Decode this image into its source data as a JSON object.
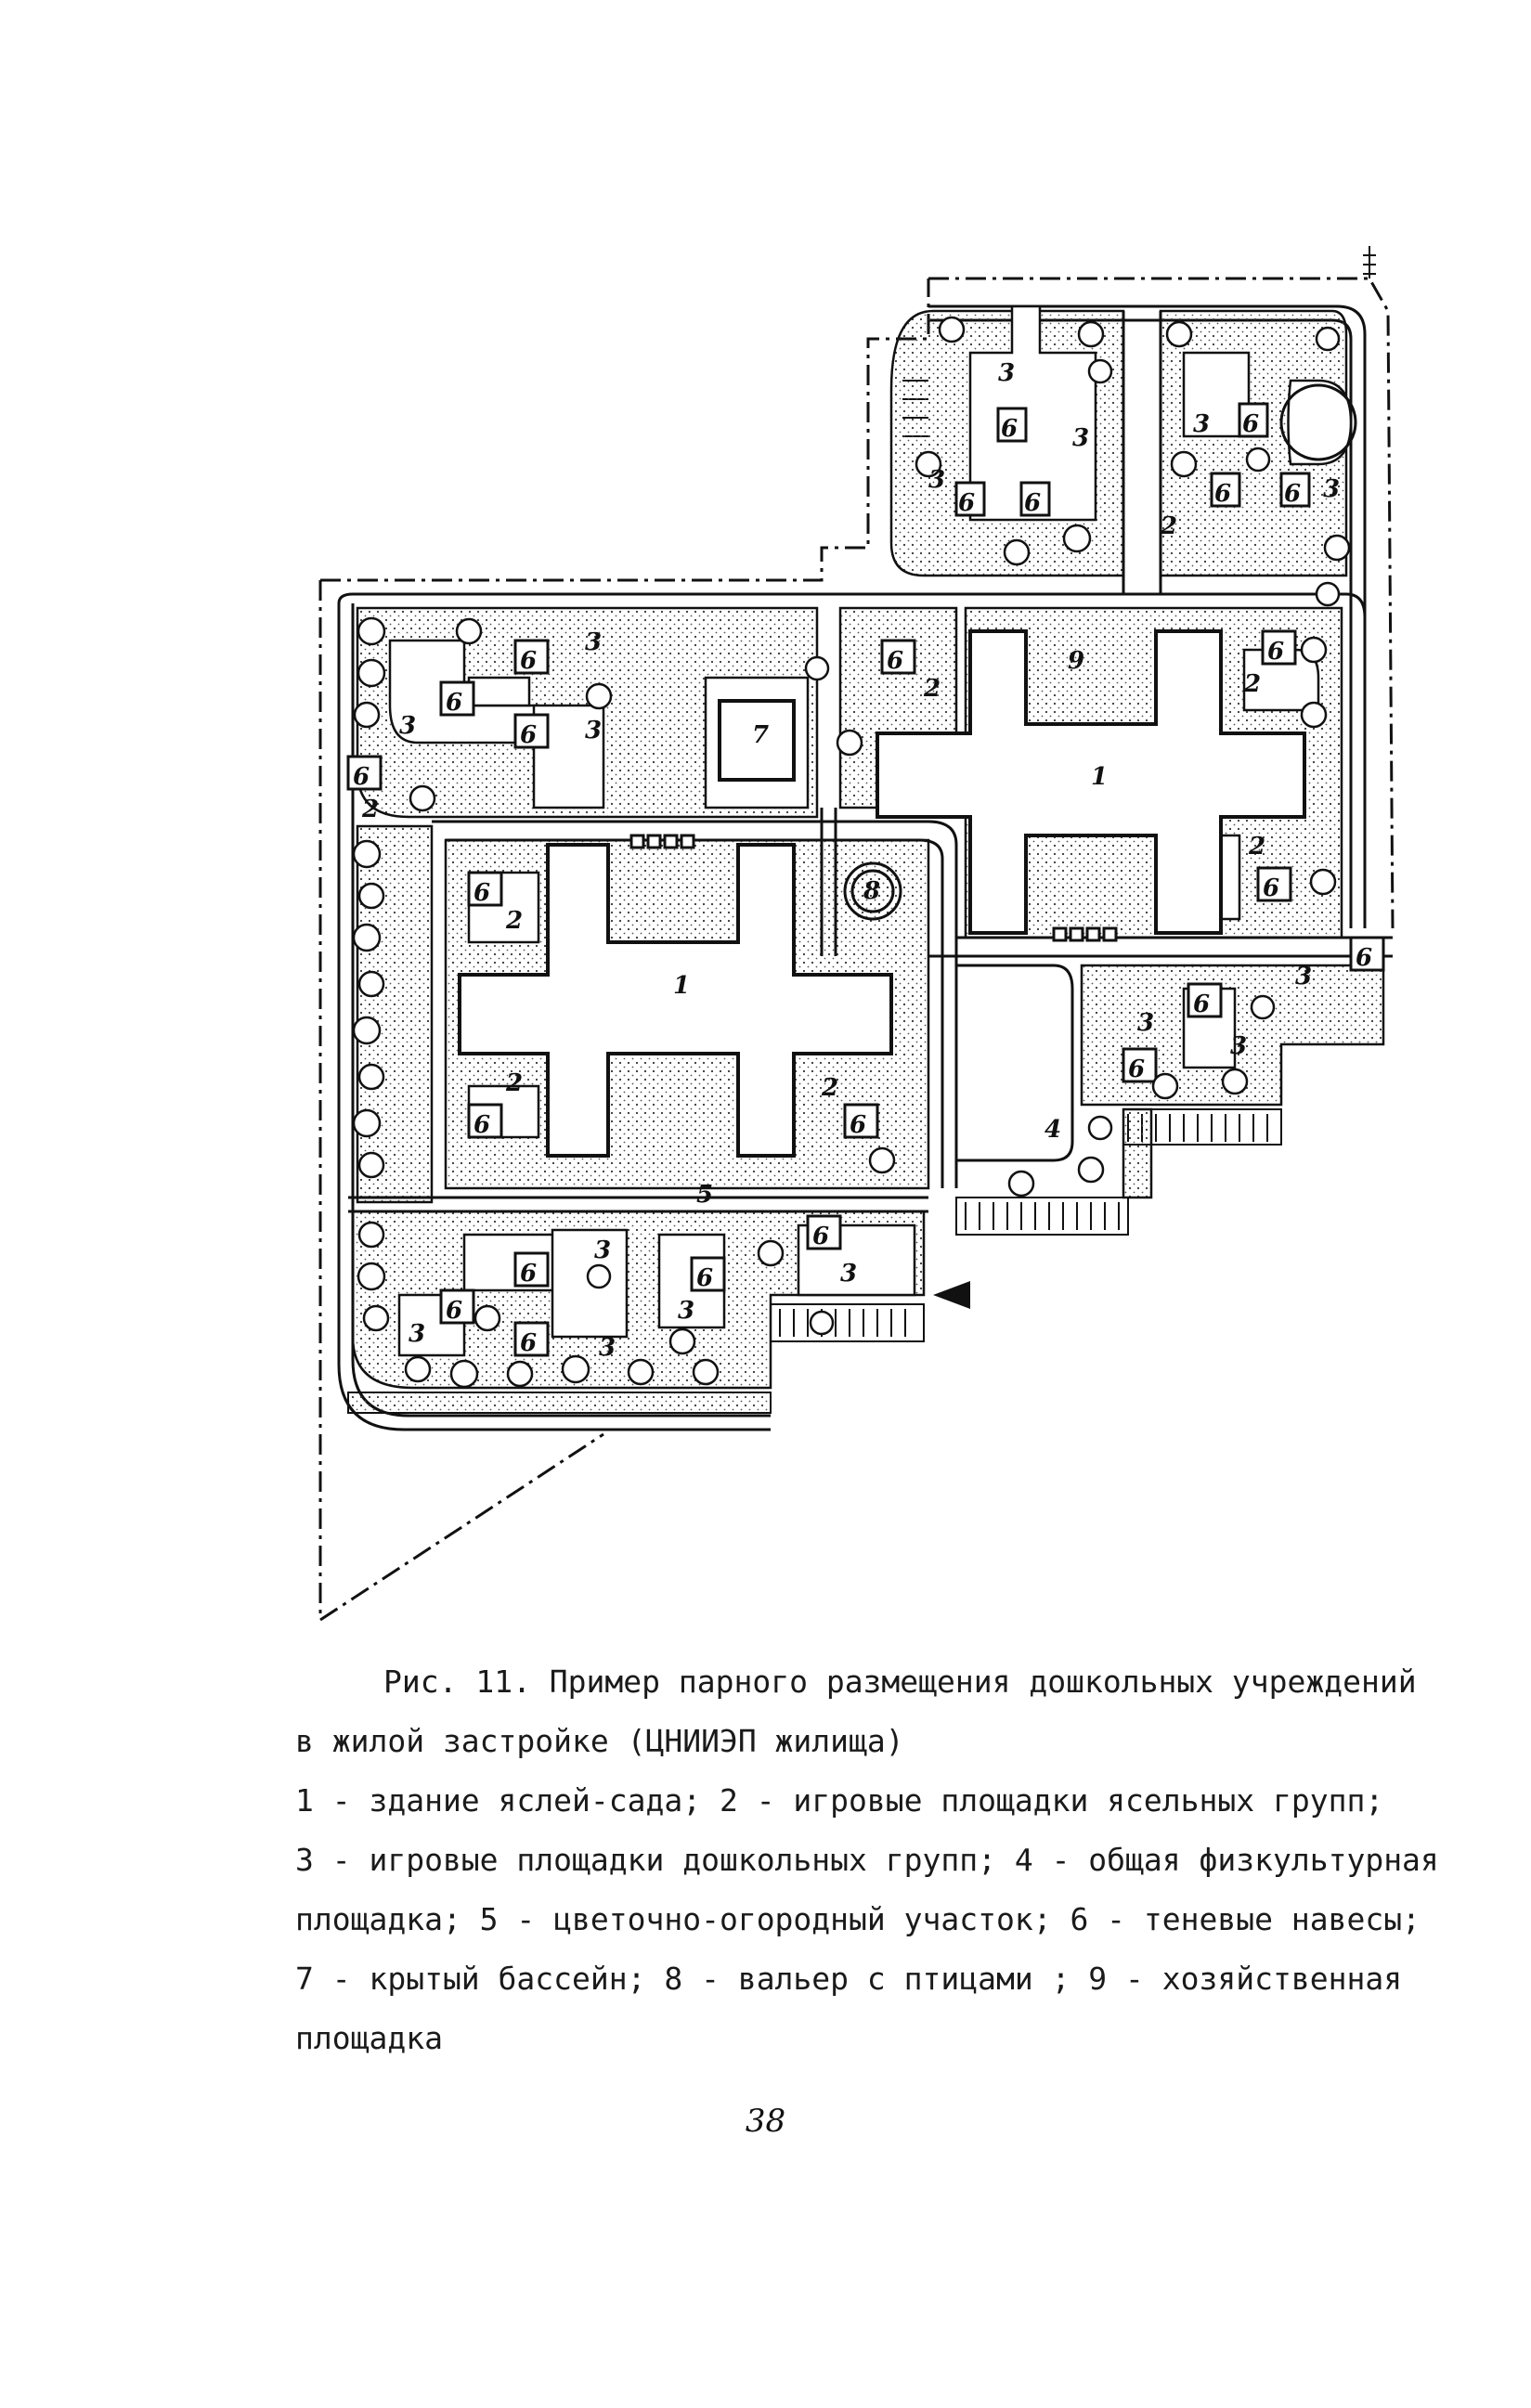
{
  "plan": {
    "labels": {
      "n1": "1",
      "n2": "2",
      "n3": "3",
      "n4": "4",
      "n5": "5",
      "n6": "6",
      "n7": "7",
      "n8": "8",
      "n9": "9"
    }
  },
  "caption": {
    "title": "Рис. 11. Пример парного размещения дошкольных учреждений",
    "title_cont": "в жилой застройке (ЦНИИЭП жилища)",
    "legend": [
      "1 - здание яслей-сада; 2 - игровые площадки ясельных групп;",
      "3 - игровые площадки дошкольных групп; 4 - общая физкультурная",
      "площадка; 5 - цветочно-огородный участок; 6 - теневые навесы;",
      "7 - крытый бассейн; 8 - вальер с птицами ; 9 - хозяйственная",
      "площадка"
    ]
  },
  "page_number": "38"
}
